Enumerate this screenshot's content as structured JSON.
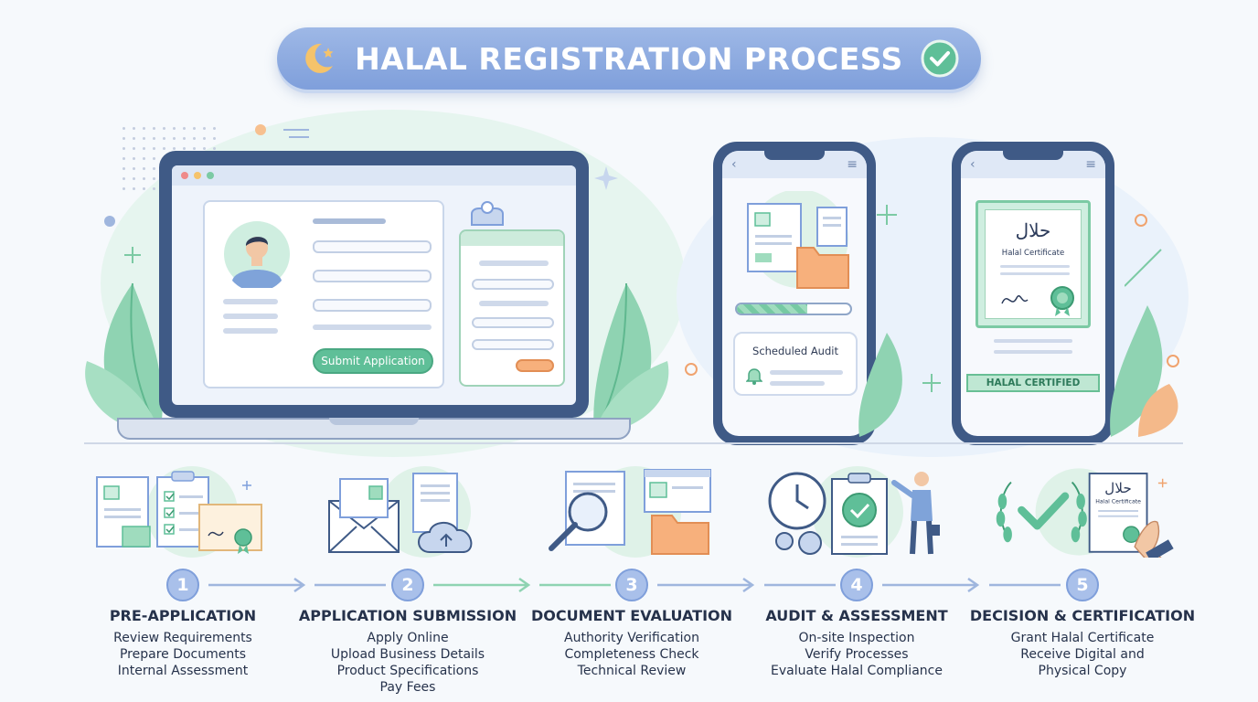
{
  "title": "HALAL REGISTRATION PROCESS",
  "laptop": {
    "submit_label": "Submit Application"
  },
  "phone_audit": {
    "card_title": "Scheduled Audit",
    "progress_fraction": 0.62
  },
  "phone_certificate": {
    "arabic_text": "حلال",
    "certificate_name": "Halal Certificate",
    "ribbon_label": "HALAL CERTIFIED"
  },
  "step_icons": {
    "step5_arabic": "حلال",
    "step5_certificate": "Halal Certificate"
  },
  "steps": [
    {
      "number": "1",
      "title": "PRE-APPLICATION",
      "lines": [
        "Review Requirements",
        "Prepare Documents",
        "Internal Assessment"
      ]
    },
    {
      "number": "2",
      "title": "APPLICATION SUBMISSION",
      "lines": [
        "Apply Online",
        "Upload Business Details",
        "Product Specifications",
        "Pay Fees"
      ]
    },
    {
      "number": "3",
      "title": "DOCUMENT EVALUATION",
      "lines": [
        "Authority Verification",
        "Completeness Check",
        "Technical Review"
      ]
    },
    {
      "number": "4",
      "title": "AUDIT & ASSESSMENT",
      "lines": [
        "On-site Inspection",
        "Verify Processes",
        "Evaluate Halal Compliance"
      ]
    },
    {
      "number": "5",
      "title": "DECISION & CERTIFICATION",
      "lines": [
        "Grant Halal Certificate",
        "Receive Digital and",
        "Physical Copy"
      ]
    }
  ],
  "colors": {
    "banner": "#8aa8e0",
    "accent_green": "#5fbf98",
    "step_circle": "#a9c0ea",
    "arrow_blue": "#9fb6de",
    "arrow_green": "#8fd3b2"
  }
}
